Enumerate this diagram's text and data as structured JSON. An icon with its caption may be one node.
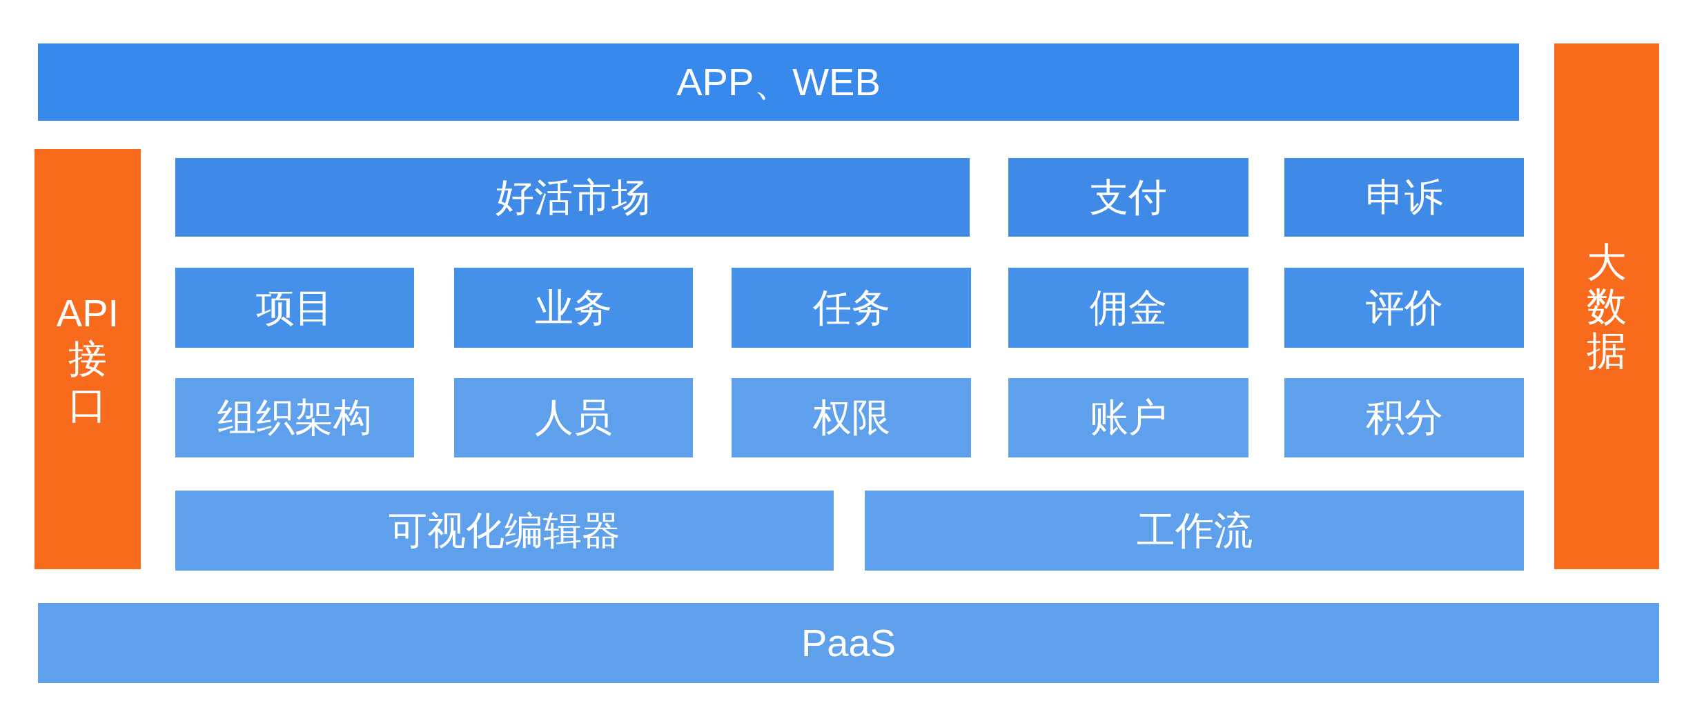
{
  "diagram": {
    "nodes": [
      {
        "text": [
          "APP、WEB"
        ]
      },
      {
        "text": [
          "大数据"
        ]
      },
      {
        "text": [
          "API接口"
        ]
      },
      {
        "text": [
          "好活市场"
        ]
      },
      {
        "text": [
          "支付"
        ]
      },
      {
        "text": [
          "申诉"
        ]
      },
      {
        "text": [
          "项目"
        ]
      },
      {
        "text": [
          "业务"
        ]
      },
      {
        "text": [
          "任务"
        ]
      },
      {
        "text": [
          "佣金"
        ]
      },
      {
        "text": [
          "评价"
        ]
      },
      {
        "text": [
          "组织架构"
        ]
      },
      {
        "text": [
          "人员"
        ]
      },
      {
        "text": [
          "权限"
        ]
      },
      {
        "text": [
          "账户"
        ]
      },
      {
        "text": [
          "积分"
        ]
      },
      {
        "text": [
          "可视化编辑器"
        ]
      },
      {
        "text": [
          "工作流"
        ]
      },
      {
        "text": [
          "PaaS"
        ]
      }
    ]
  }
}
